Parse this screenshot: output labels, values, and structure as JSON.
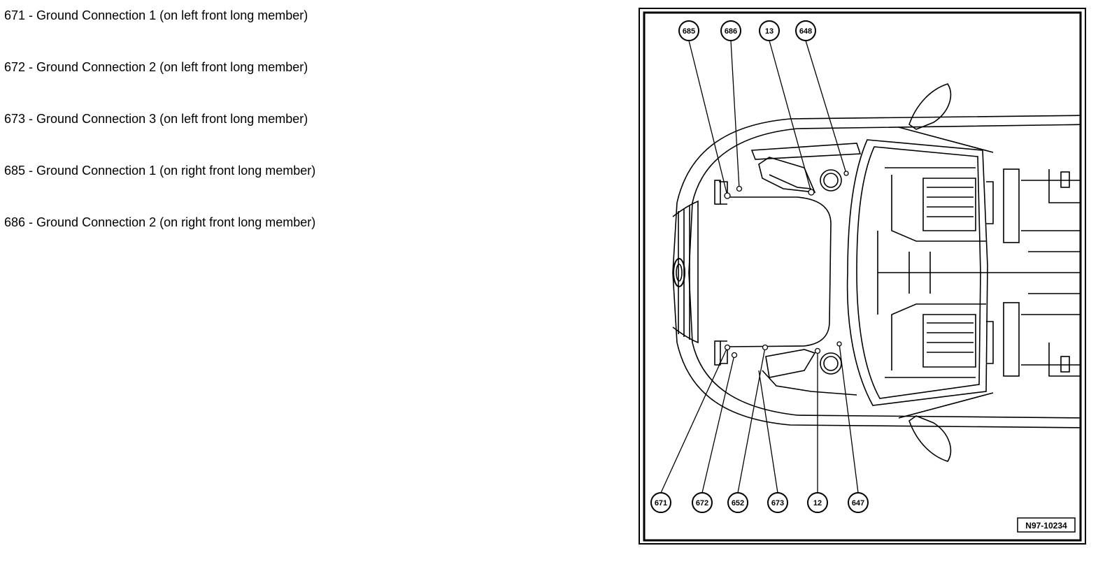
{
  "legend": [
    {
      "code": "671",
      "text": "671 - Ground Connection 1 (on left front long member)"
    },
    {
      "code": "672",
      "text": "672 - Ground Connection 2 (on left front long member)"
    },
    {
      "code": "673",
      "text": "673 - Ground Connection 3 (on left front long member)"
    },
    {
      "code": "685",
      "text": "685 - Ground Connection 1 (on right front long member)"
    },
    {
      "code": "686",
      "text": "686 - Ground Connection 2 (on right front long member)"
    }
  ],
  "diagram": {
    "top_callouts": [
      "685",
      "686",
      "13",
      "648"
    ],
    "bottom_callouts": [
      "671",
      "672",
      "652",
      "673",
      "12",
      "647"
    ],
    "figure_id": "N97-10234"
  }
}
